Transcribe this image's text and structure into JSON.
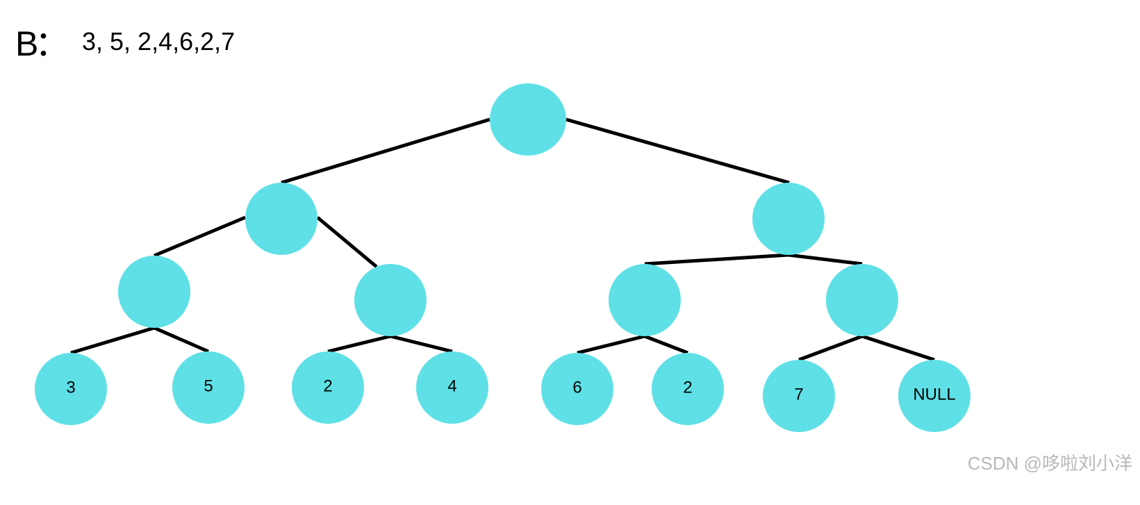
{
  "header": {
    "letter": "B",
    "colon": "：",
    "sequence": "3, 5, 2,4,6,2,7"
  },
  "colors": {
    "node_fill": "#5ee0e6",
    "edge": "#000000",
    "text": "#000000",
    "watermark": "#b8b8b8"
  },
  "tree": {
    "nodes": [
      {
        "id": "root",
        "label": ""
      },
      {
        "id": "l",
        "label": ""
      },
      {
        "id": "r",
        "label": ""
      },
      {
        "id": "ll",
        "label": ""
      },
      {
        "id": "lr",
        "label": ""
      },
      {
        "id": "rl",
        "label": ""
      },
      {
        "id": "rr",
        "label": ""
      },
      {
        "id": "leaf1",
        "label": "3"
      },
      {
        "id": "leaf2",
        "label": "5"
      },
      {
        "id": "leaf3",
        "label": "2"
      },
      {
        "id": "leaf4",
        "label": "4"
      },
      {
        "id": "leaf5",
        "label": "6"
      },
      {
        "id": "leaf6",
        "label": "2"
      },
      {
        "id": "leaf7",
        "label": "7"
      },
      {
        "id": "leaf8",
        "label": "NULL"
      }
    ],
    "edges": [
      [
        "root",
        "l"
      ],
      [
        "root",
        "r"
      ],
      [
        "l",
        "ll"
      ],
      [
        "l",
        "lr"
      ],
      [
        "r",
        "rl"
      ],
      [
        "r",
        "rr"
      ],
      [
        "ll",
        "leaf1"
      ],
      [
        "ll",
        "leaf2"
      ],
      [
        "lr",
        "leaf3"
      ],
      [
        "lr",
        "leaf4"
      ],
      [
        "rl",
        "leaf5"
      ],
      [
        "rl",
        "leaf6"
      ],
      [
        "rr",
        "leaf7"
      ],
      [
        "rr",
        "leaf8"
      ]
    ]
  },
  "watermark": "CSDN @哆啦刘小洋"
}
